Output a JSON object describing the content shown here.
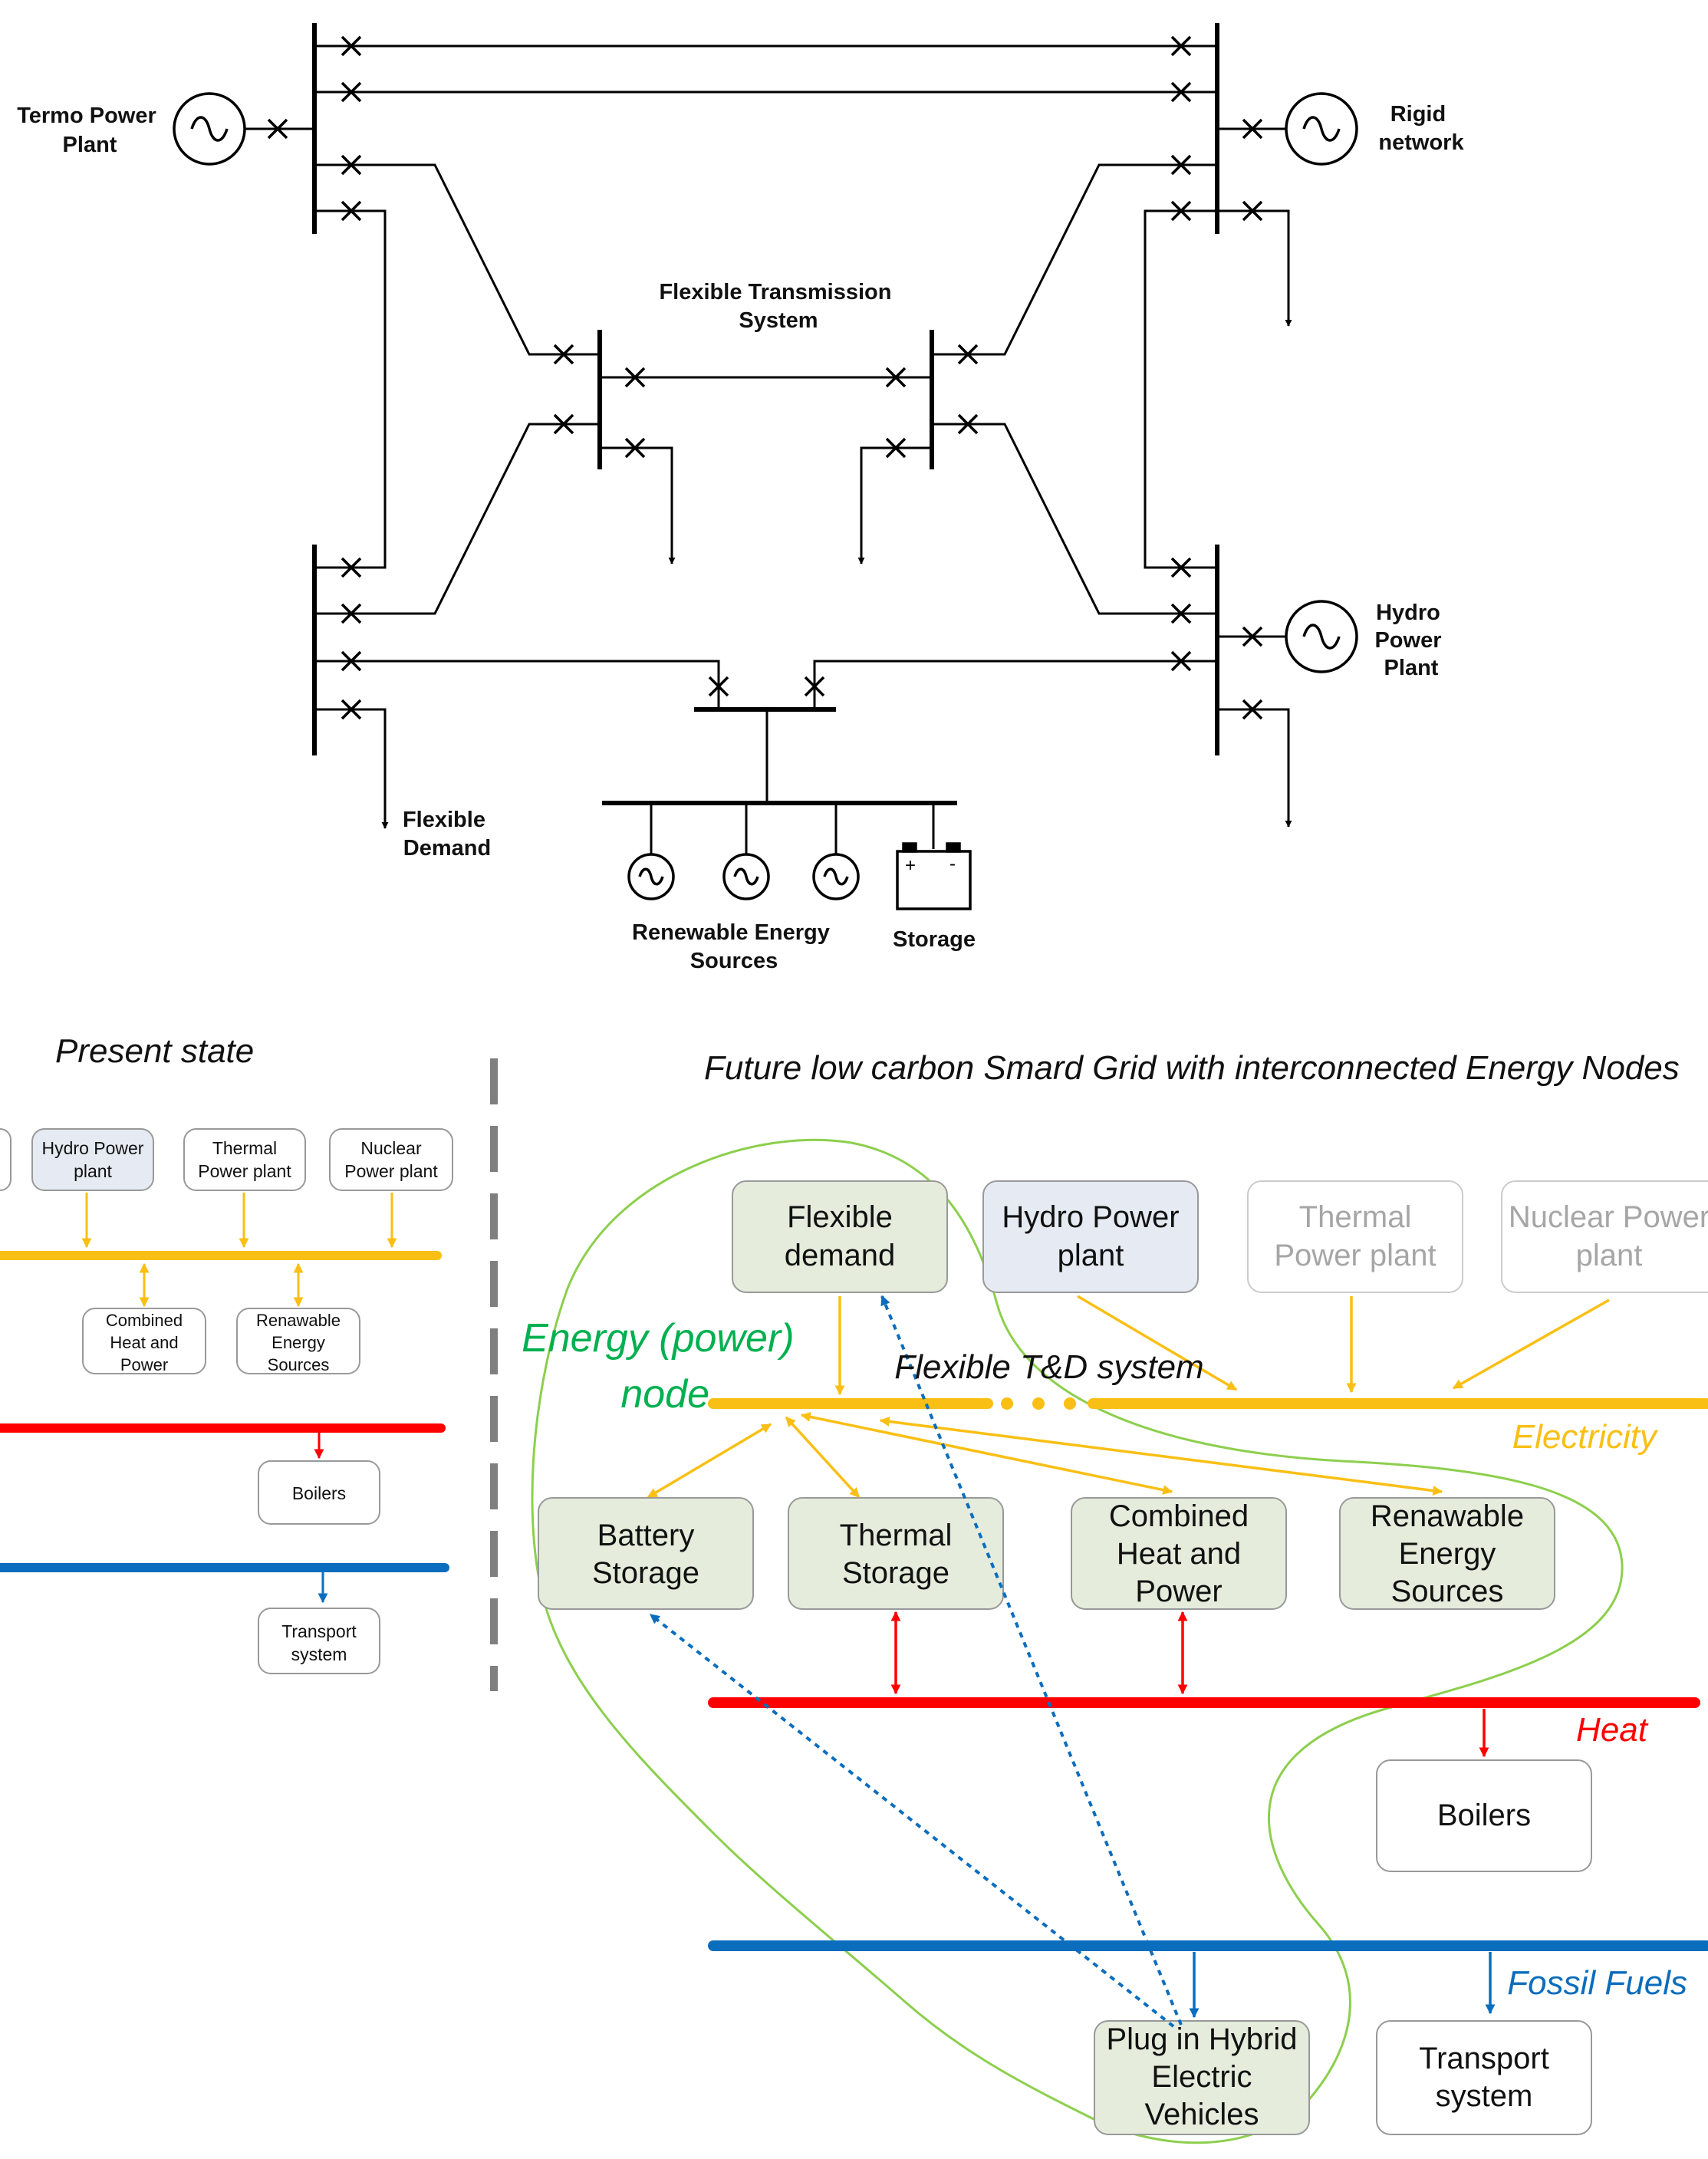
{
  "top_diagram": {
    "termo_power_plant": [
      "Termo Power",
      "Plant"
    ],
    "rigid_network": [
      "Rigid",
      "network"
    ],
    "flexible_transmission": [
      "Flexible Transmission",
      "System"
    ],
    "hydro_power_plant": [
      "Hydro",
      "Power",
      "Plant"
    ],
    "flexible_demand": [
      "Flexible",
      "Demand"
    ],
    "renewable_sources": [
      "Renewable Energy",
      "Sources"
    ],
    "storage": "Storage"
  },
  "present": {
    "title": "Present state",
    "boxes": {
      "hydro": [
        "Hydro Power",
        "plant"
      ],
      "thermal": [
        "Thermal",
        "Power plant"
      ],
      "nuclear": [
        "Nuclear",
        "Power plant"
      ],
      "chp": [
        "Combined",
        "Heat and",
        "Power"
      ],
      "res": [
        "Renawable",
        "Energy",
        "Sources"
      ],
      "boilers": "Boilers",
      "transport": [
        "Transport",
        "system"
      ]
    }
  },
  "future": {
    "title": "Future low carbon Smard Grid with interconnected Energy Nodes",
    "energy_node": [
      "Energy (power)",
      "node"
    ],
    "td_system": "Flexible T&D system",
    "boxes": {
      "flex_demand": [
        "Flexible",
        "demand"
      ],
      "hydro": [
        "Hydro Power",
        "plant"
      ],
      "thermal": [
        "Thermal",
        "Power plant"
      ],
      "nuclear": [
        "Nuclear Power",
        "plant"
      ],
      "battery": [
        "Battery",
        "Storage"
      ],
      "thermal_storage": [
        "Thermal",
        "Storage"
      ],
      "chp": [
        "Combined",
        "Heat and",
        "Power"
      ],
      "res": [
        "Renawable",
        "Energy",
        "Sources"
      ],
      "boilers": "Boilers",
      "phev": [
        "Plug in Hybrid",
        "Electric",
        "Vehicles"
      ],
      "transport": [
        "Transport",
        "system"
      ]
    },
    "bus_labels": {
      "electricity": "Electricity",
      "heat": "Heat",
      "fossil": "Fossil Fuels"
    }
  },
  "colors": {
    "electricity": "#f9bf14",
    "heat": "#ff0000",
    "fossil": "#0b6dbd",
    "node": "#00b050",
    "node_outline": "#8ccf4d",
    "green_box": "#e5ecdc",
    "blue_box": "#e6eaf2"
  }
}
